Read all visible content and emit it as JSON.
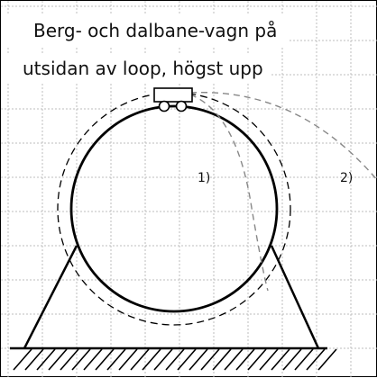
{
  "title": {
    "line1": "Berg- och dalbane-vagn på",
    "line2": "utsidan av loop, högst upp"
  },
  "paths": [
    {
      "label": "1)"
    },
    {
      "label": "2)"
    }
  ],
  "colors": {
    "grid": "#bdbdbd",
    "stroke": "#000000",
    "dashed_path": "#888888",
    "background": "#ffffff"
  }
}
